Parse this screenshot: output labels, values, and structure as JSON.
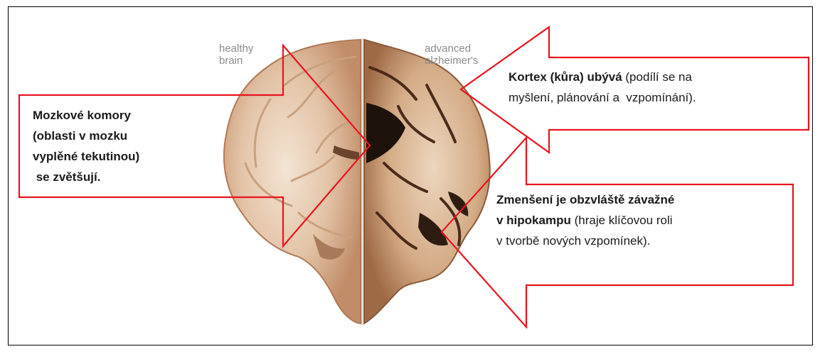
{
  "labels": {
    "healthy": "healthy\nbrain",
    "alzheimer": "advanced\nalzheimer's"
  },
  "callouts": {
    "ventricles": {
      "lines": [
        "Mozkové komory",
        "(oblasti v mozku",
        "vyplěné tekutinou)",
        " se zvětšují."
      ]
    },
    "cortex": {
      "bold": "Kortex (kůra) ubývá",
      "normal_1": " (podílí se na",
      "line_2": "myšlení, plánování a  vzpomínání)."
    },
    "hippocampus": {
      "bold_1": "Zmenšení je obzvláště závažné",
      "bold_2": "v hipokampu",
      "normal_2": " (hraje klíčovou roli",
      "line_3": "v tvorbě nových vzpomínek)."
    }
  },
  "colors": {
    "arrow_outline": "#e8141e",
    "frame": "#000000",
    "label_gray": "#8a8a8a"
  }
}
